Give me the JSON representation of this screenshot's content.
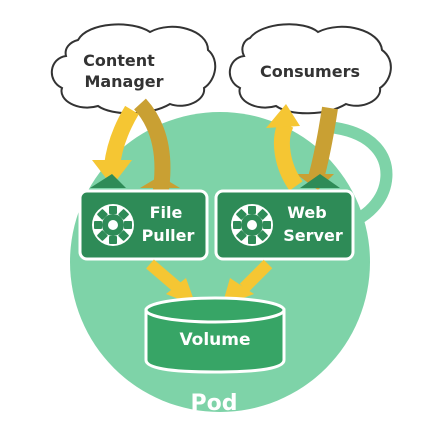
{
  "diagram": {
    "pod_label": "Pod",
    "clouds": {
      "content_manager": [
        "Content",
        "Manager"
      ],
      "consumers": [
        "Consumers"
      ]
    },
    "containers": {
      "file_puller": [
        "File",
        "Puller"
      ],
      "web_server": [
        "Web",
        "Server"
      ]
    },
    "volume_label": "Volume"
  },
  "colors": {
    "pod_fill": "#7ed3a8",
    "container_fill": "#2e8b57",
    "volume_fill": "#37a566",
    "arrow_light": "#f5c633",
    "arrow_dark": "#c9a033",
    "text_dark": "#333333",
    "text_light": "#ffffff"
  }
}
